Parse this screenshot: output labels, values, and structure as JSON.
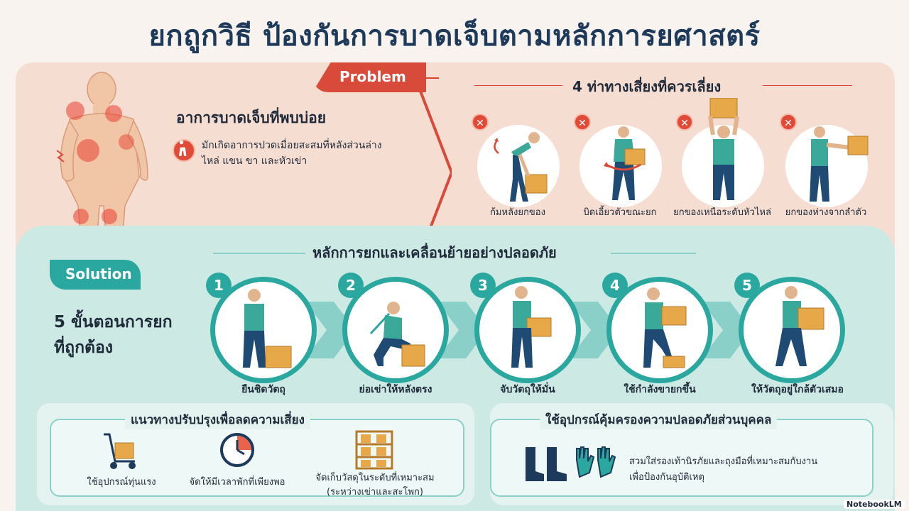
{
  "title": "ยกถูกวิธี ป้องกันการบาดเจ็บตามหลักการยศาสตร์",
  "problem": {
    "tab": "Problem",
    "subtitle": "อาการบาดเจ็บที่พบบ่อย",
    "description_lines": [
      "มักเกิดอาการปวดเมื่อยสะสมที่หลังส่วนล่าง",
      "ไหล่ แขน ขา และหัวเข่า"
    ],
    "risks_title": "4 ท่าทางเสี่ยงที่ควรเลี่ยง",
    "risks": [
      {
        "label": "ก้มหลังยกของ",
        "icon": "bending-lift-icon"
      },
      {
        "label": "บิดเอี้ยวตัวขณะยก",
        "icon": "twisting-lift-icon"
      },
      {
        "label": "ยกของเหนือระดับหัวไหล่",
        "icon": "overhead-lift-icon"
      },
      {
        "label": "ยกของห่างจากลำตัว",
        "icon": "far-reach-lift-icon"
      }
    ]
  },
  "solution": {
    "tab": "Solution",
    "title": "หลักการยกและเคลื่อนย้ายอย่างปลอดภัย",
    "steps_title_lines": [
      "5 ขั้นตอนการยก",
      "ที่ถูกต้อง"
    ],
    "steps": [
      {
        "num": "1",
        "label": "ยืนชิดวัตถุ"
      },
      {
        "num": "2",
        "label": "ย่อเข่าให้หลังตรง"
      },
      {
        "num": "3",
        "label": "จับวัตถุให้มั่น"
      },
      {
        "num": "4",
        "label": "ใช้กำลังขายกขึ้น"
      },
      {
        "num": "5",
        "label": "ให้วัตถุอยู่ใกล้ตัวเสมอ"
      }
    ]
  },
  "improve": {
    "title": "แนวทางปรับปรุงเพื่อลดความเสี่ยง",
    "items": [
      {
        "label": "ใช้อุปกรณ์ทุ่นแรง",
        "icon": "hand-truck-icon"
      },
      {
        "label": "จัดให้มีเวลาพักที่เพียงพอ",
        "icon": "clock-icon"
      },
      {
        "label_lines": [
          "จัดเก็บวัสดุในระดับที่เหมาะสม",
          "(ระหว่างเข่าและสะโพก)"
        ],
        "icon": "shelf-icon"
      }
    ]
  },
  "ppe": {
    "title": "ใช้อุปกรณ์คุ้มครองความปลอดภัยส่วนบุคคล",
    "text_lines": [
      "สวมใส่รองเท้านิรภัยและถุงมือที่เหมาะสมกับงาน",
      "เพื่อป้องกันอุบัติเหตุ"
    ]
  },
  "watermark": "NotebookLM",
  "colors": {
    "red": "#d84a3a",
    "teal": "#2aa8a0",
    "navy": "#1d3a5a",
    "box": "#e7a84a"
  }
}
